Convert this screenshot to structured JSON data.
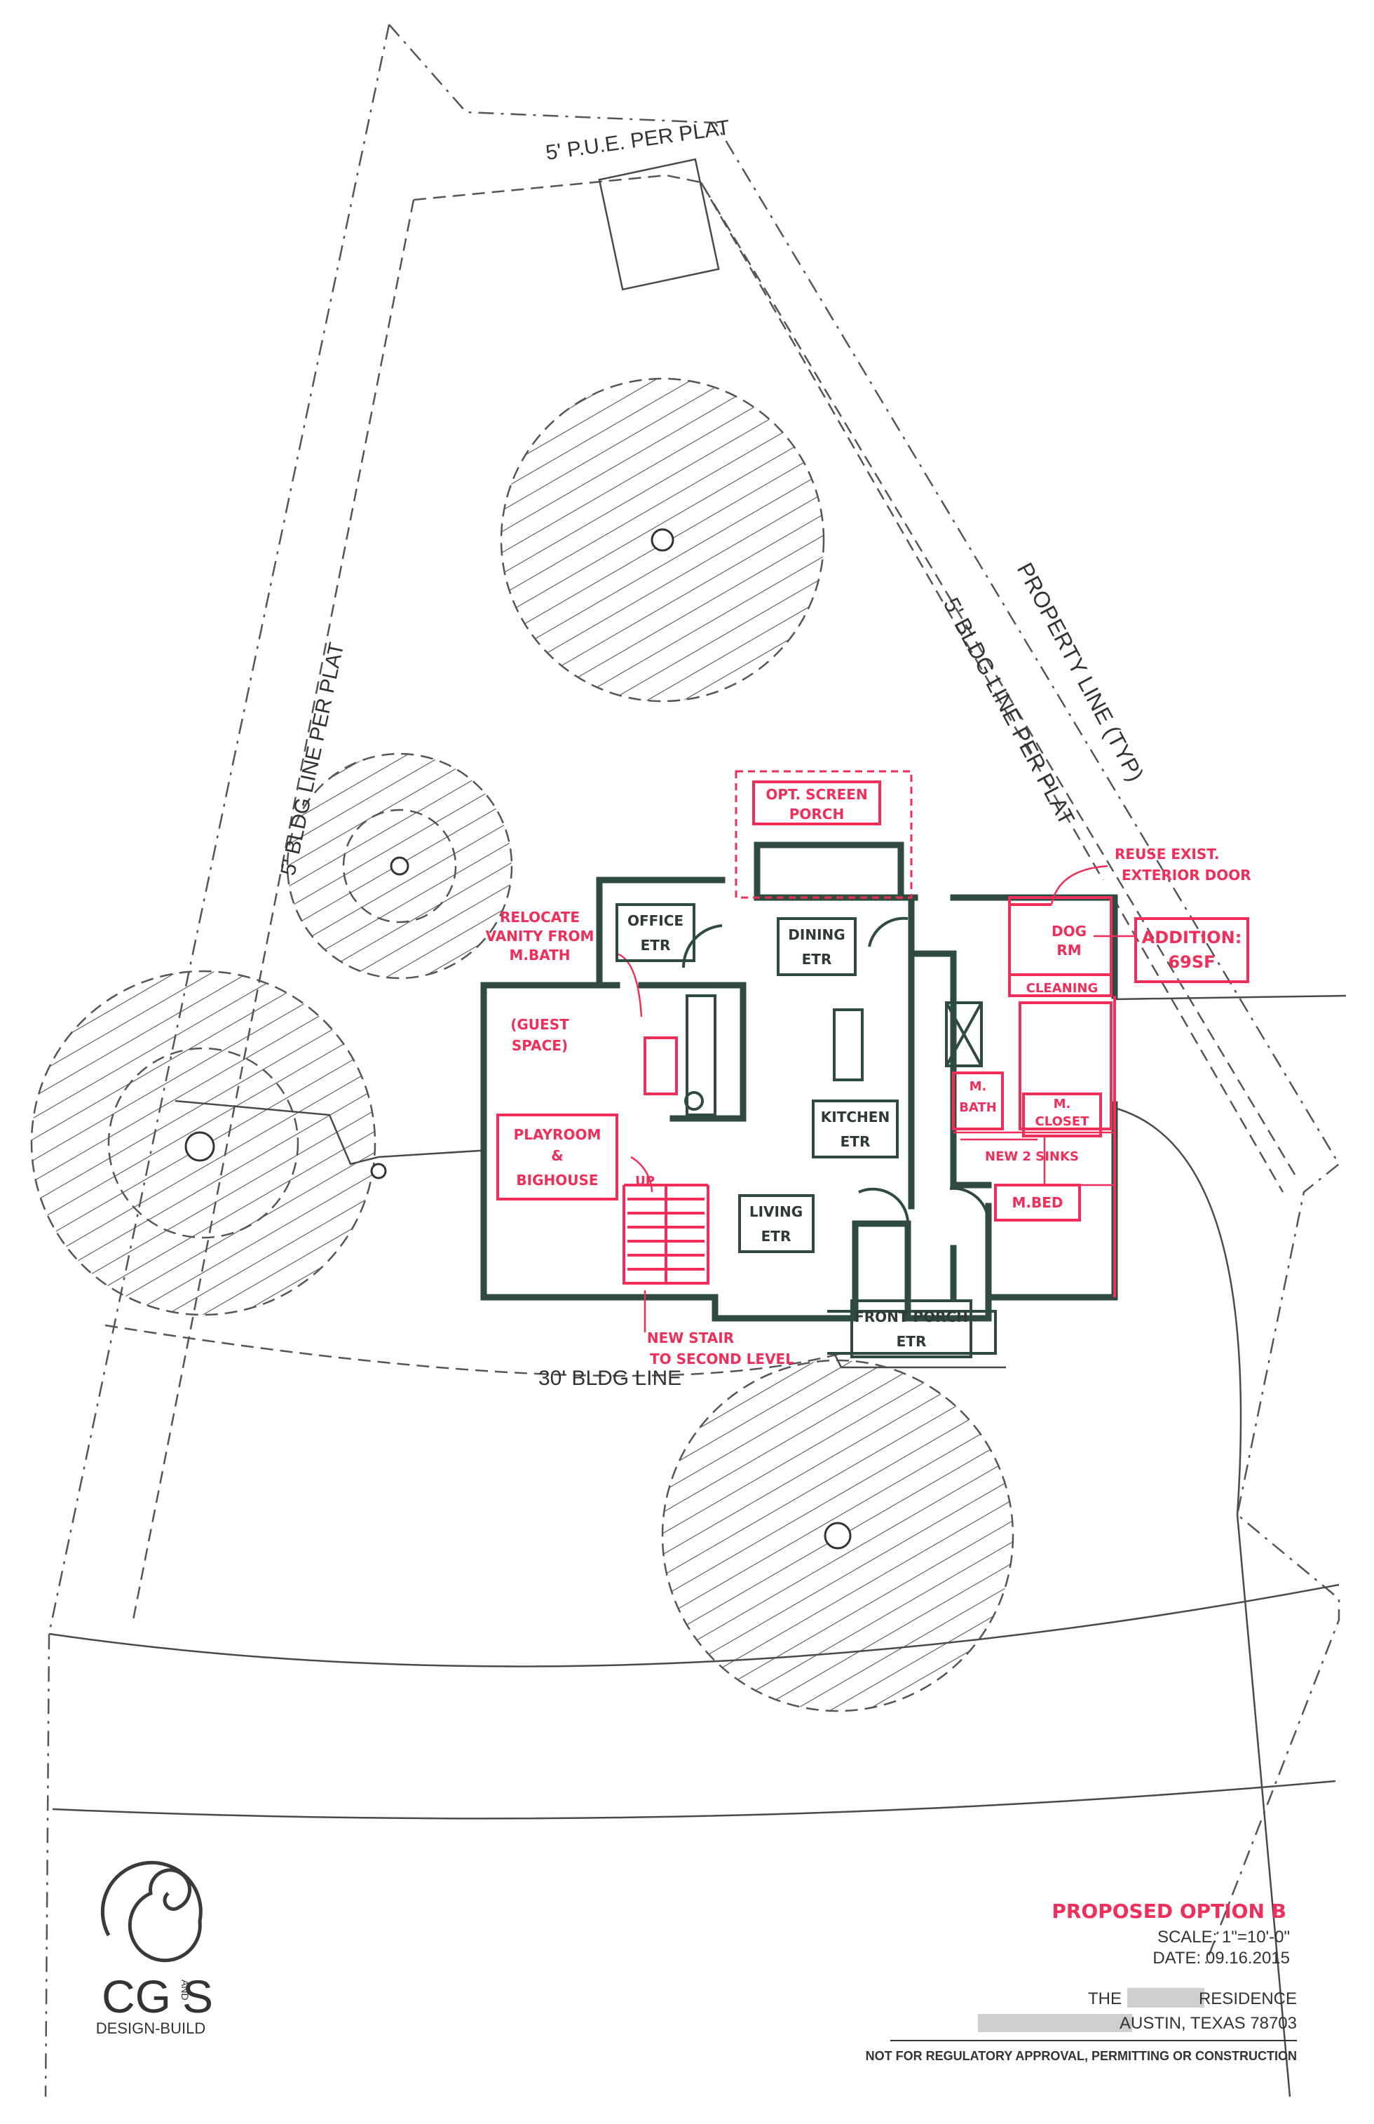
{
  "annotations": {
    "pue": "5' P.U.E. PER PLAT",
    "property_line": "PROPERTY LINE (TYP)",
    "bldg_line_right": "5' BLDG LINE PER PLAT",
    "bldg_line_left": "5' BLDG LINE PER PLAT",
    "bldg_line_front": "30' BLDG LINE"
  },
  "rooms": {
    "office": [
      "OFFICE",
      "ETR"
    ],
    "dining": [
      "DINING",
      "ETR"
    ],
    "kitchen": [
      "KITCHEN",
      "ETR"
    ],
    "living": [
      "LIVING",
      "ETR"
    ],
    "front_porch": [
      "FRONT PORCH",
      "ETR"
    ],
    "guest_space": [
      "(GUEST",
      "SPACE)"
    ],
    "playroom": [
      "PLAYROOM",
      "&",
      "BIGHOUSE"
    ],
    "m_bath": [
      "M.",
      "BATH"
    ],
    "m_closet": [
      "M.",
      "CLOSET"
    ],
    "m_bed": "M.BED",
    "dog_rm": [
      "DOG",
      "RM"
    ],
    "up": "UP"
  },
  "notes": {
    "screen_porch": [
      "OPT. SCREEN",
      "PORCH"
    ],
    "reuse_door": [
      "REUSE EXIST.",
      "EXTERIOR DOOR"
    ],
    "addition": [
      "ADDITION:",
      "69SF"
    ],
    "cleaning": "CLEANING",
    "relocate_vanity": [
      "RELOCATE",
      "VANITY FROM",
      "M.BATH"
    ],
    "new_sinks": "NEW 2 SINKS",
    "new_stair": [
      "NEW STAIR",
      "TO SECOND LEVEL"
    ]
  },
  "title_block": {
    "logo_letters": "CG",
    "logo_and": "AND",
    "logo_s": "S",
    "company": "DESIGN-BUILD",
    "option": "PROPOSED OPTION B",
    "scale": "SCALE: 1\"=10'-0\"",
    "date": "DATE: 09.16.2015",
    "residence_prefix": "THE",
    "residence_suffix": "RESIDENCE",
    "address": "AUSTIN, TEXAS 78703",
    "disclaimer": "NOT FOR REGULATORY APPROVAL, PERMITTING OR CONSTRUCTION"
  },
  "colors": {
    "wall": "#2f4a3e",
    "markup": "#ef2f5a",
    "line": "#555555"
  }
}
